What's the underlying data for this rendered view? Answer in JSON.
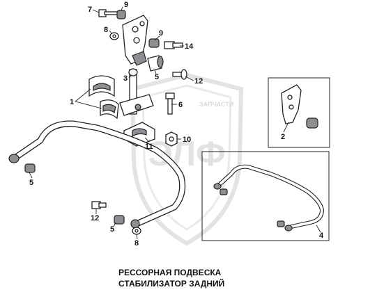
{
  "watermark": {
    "logo_text": "ЭЛФ",
    "brand_text": "ЗАПЧАСТИ"
  },
  "callouts": {
    "c7": "7",
    "c9a": "9",
    "c8a": "8",
    "c9b": "9",
    "c14": "14",
    "c5a": "5",
    "c3": "3",
    "c12a": "12",
    "c1": "1",
    "c6": "6",
    "c10": "10",
    "c11": "11",
    "c5b": "5",
    "c12b": "12",
    "c5c": "5",
    "c8b": "8",
    "c2": "2",
    "c4": "4"
  },
  "caption": {
    "line1": "РЕССОРНАЯ ПОДВЕСКА",
    "line2": "СТАБИЛИЗАТОР ЗАДНИЙ"
  }
}
